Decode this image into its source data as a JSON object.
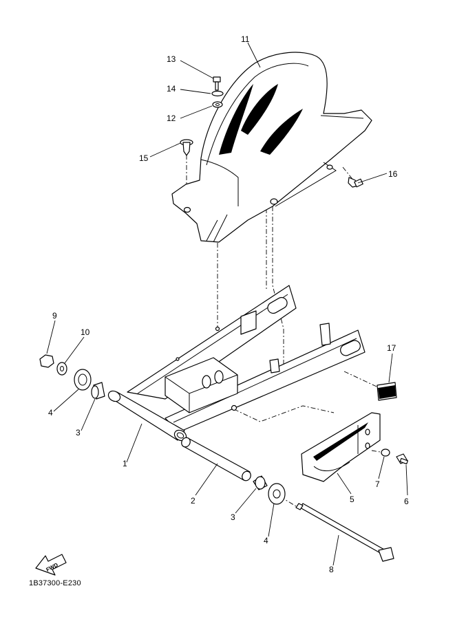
{
  "callouts": {
    "c1": "1",
    "c2": "2",
    "c3a": "3",
    "c3b": "3",
    "c4a": "4",
    "c4b": "4",
    "c5": "5",
    "c6": "6",
    "c7": "7",
    "c8": "8",
    "c9": "9",
    "c10": "10",
    "c11": "11",
    "c12": "12",
    "c13": "13",
    "c14": "14",
    "c15": "15",
    "c16": "16",
    "c17": "17"
  },
  "fwd_label": "FWD",
  "doc_code": "1B37300-E230"
}
